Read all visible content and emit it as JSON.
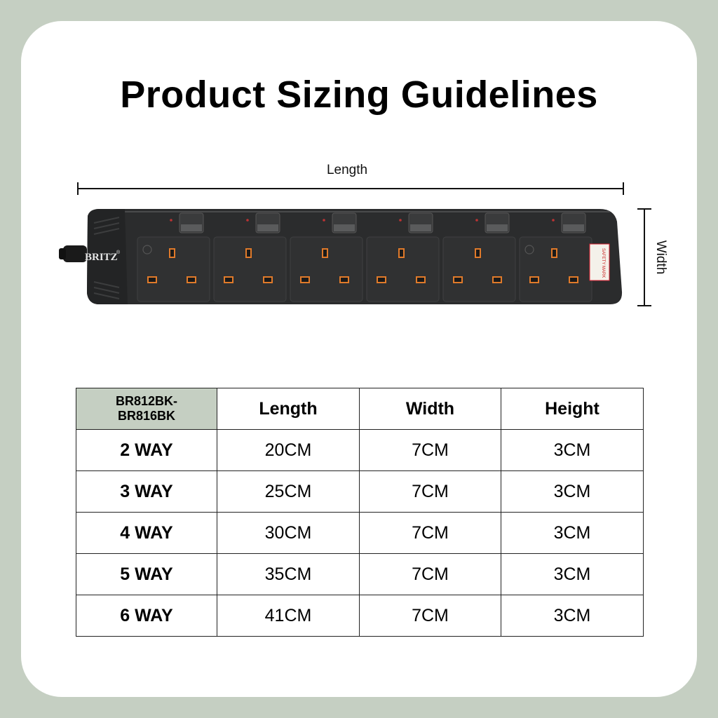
{
  "title": "Product Sizing Guidelines",
  "diagram": {
    "length_label": "Length",
    "width_label": "Width",
    "brand": "BRITZ",
    "brand_mark": "®",
    "safety_label": "SAFETY MARK"
  },
  "colors": {
    "background": "#c5cfc2",
    "card": "#ffffff",
    "header_cell": "#c5cfc2",
    "product_body": "#2a2b2c"
  },
  "table": {
    "model_line1": "BR812BK-",
    "model_line2": "BR816BK",
    "headers": [
      "Length",
      "Width",
      "Height"
    ],
    "rows": [
      {
        "name": "2 WAY",
        "length": "20CM",
        "width": "7CM",
        "height": "3CM"
      },
      {
        "name": "3 WAY",
        "length": "25CM",
        "width": "7CM",
        "height": "3CM"
      },
      {
        "name": "4 WAY",
        "length": "30CM",
        "width": "7CM",
        "height": "3CM"
      },
      {
        "name": "5 WAY",
        "length": "35CM",
        "width": "7CM",
        "height": "3CM"
      },
      {
        "name": "6 WAY",
        "length": "41CM",
        "width": "7CM",
        "height": "3CM"
      }
    ]
  }
}
